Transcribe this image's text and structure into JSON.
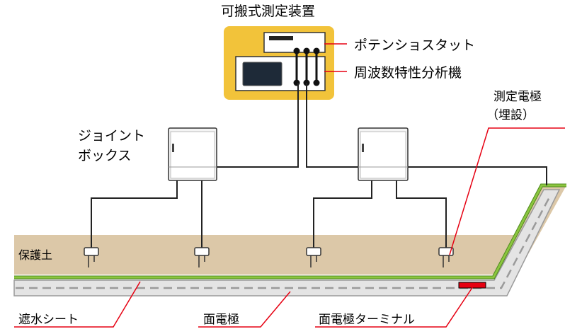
{
  "labels": {
    "device": "可搬式測定装置",
    "potentiostat": "ポテンショスタット",
    "analyzer": "周波数特性分析機",
    "electrode_line1": "測定電極",
    "electrode_line2": "（埋設）",
    "jbox_line1": "ジョイント",
    "jbox_line2": "ボックス",
    "soil": "保護土",
    "waterproof": "遮水シート",
    "plane_electrode": "面電極",
    "terminal": "面電極ターミナル"
  },
  "colors": {
    "device_panel": "#f2c33a",
    "soil": "#dcc8a8",
    "waterproof_sheet": "#8cc63f",
    "plane_electrode_layer": "#e4e4e4",
    "terminal": "#e60012",
    "leader_lines": "#e60012",
    "cables": "#222222"
  },
  "icons": [
    "joint-box-icon",
    "sensor-probe-icon",
    "monitor-screen-icon",
    "cable-plug-icon"
  ]
}
